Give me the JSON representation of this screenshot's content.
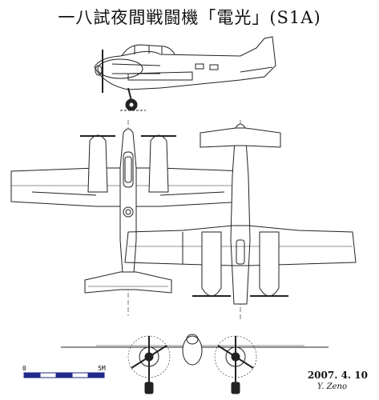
{
  "title": "一八試夜間戦闘機「電光」(S1A)",
  "scale_bar": {
    "zero_label": "0",
    "max_label": "5M"
  },
  "date": "2007. 4. 10",
  "author": "Y. Zeno",
  "colors": {
    "ink": "#222222",
    "scale_fill": "#1f2a8a"
  }
}
